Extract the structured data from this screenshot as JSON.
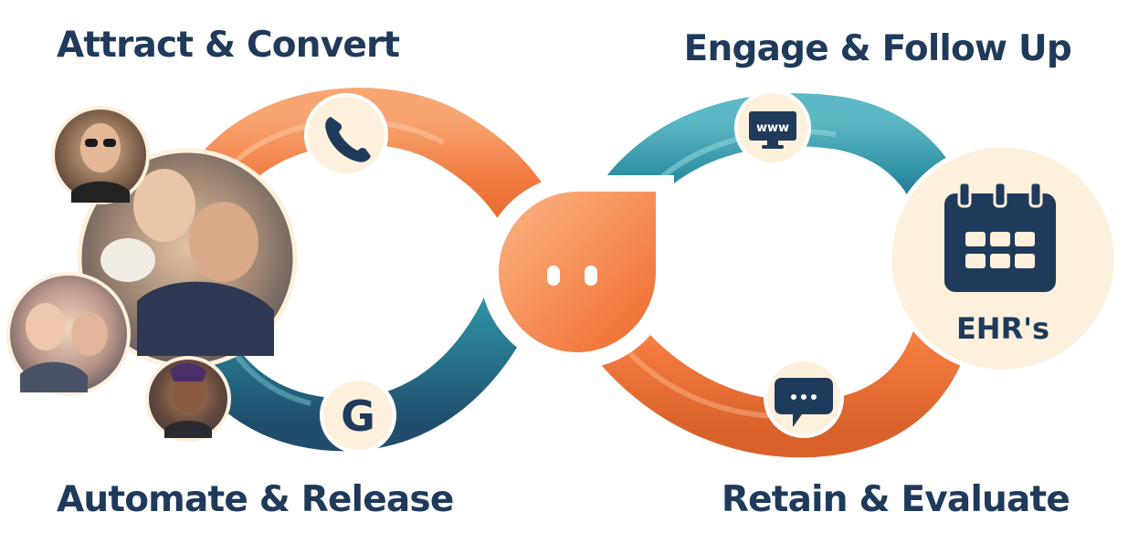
{
  "headings": {
    "top_left": "Attract & Convert",
    "top_right": "Engage & Follow Up",
    "bottom_left": "Automate & Release",
    "bottom_right": "Retain & Evaluate"
  },
  "ehr": {
    "label": "EHR's"
  },
  "icons": {
    "phone": "phone-icon",
    "google": "google-icon",
    "website": "website-icon",
    "chat": "chat-icon",
    "calendar": "calendar-icon",
    "logo": "brand-logo"
  },
  "google_letter": "G",
  "website_text": "www",
  "colors": {
    "navy": "#1f3a5a",
    "orange": "#f27a3e",
    "teal": "#2d8fa3",
    "cream": "#fdf0dc"
  }
}
